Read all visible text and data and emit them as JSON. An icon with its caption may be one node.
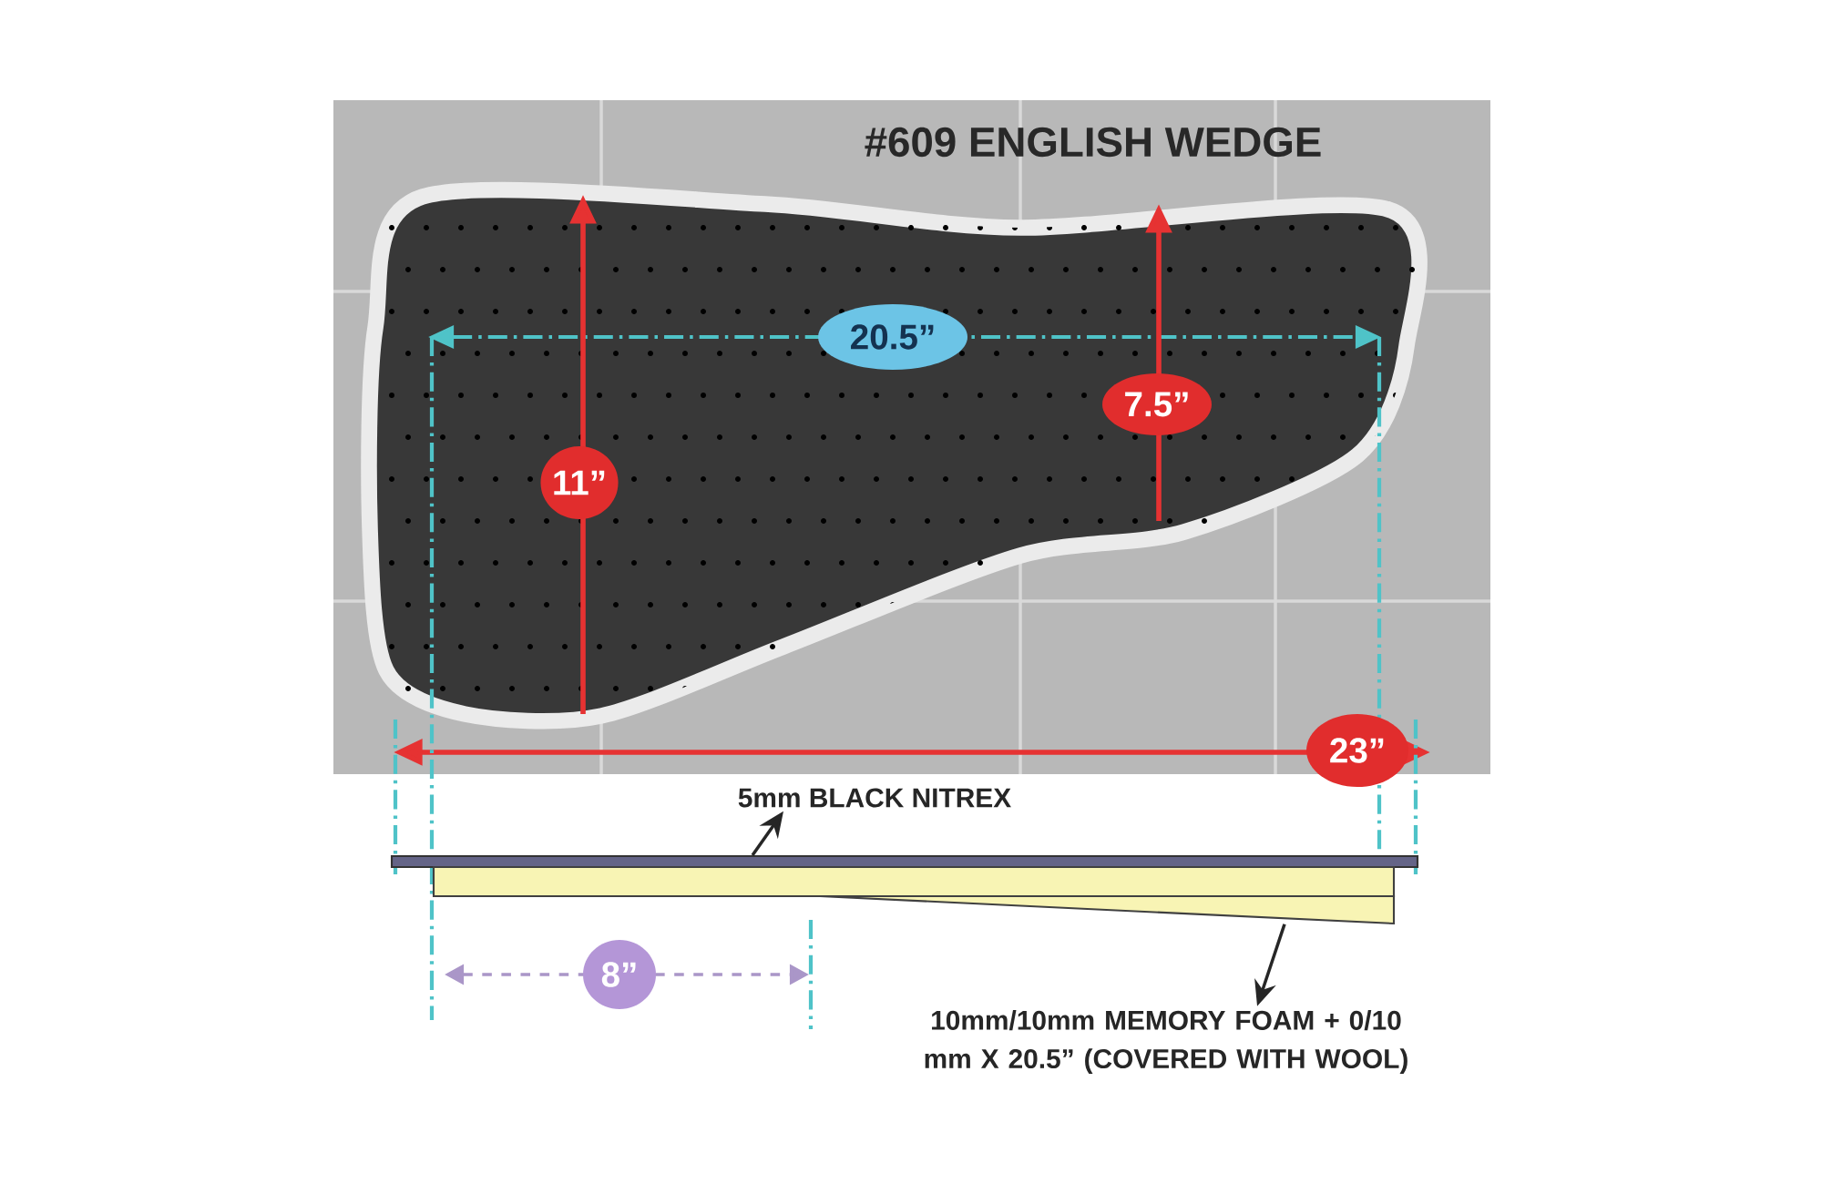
{
  "diagram": {
    "title": "#609  ENGLISH WEDGE",
    "nodes": [
      {
        "text": [
          "20.5”"
        ]
      },
      {
        "text": [
          "7.5”"
        ]
      },
      {
        "text": [
          "11”"
        ]
      },
      {
        "text": [
          "23”"
        ]
      },
      {
        "text": [
          "5mm BLACK NITREX"
        ]
      },
      {
        "text": [],
        "shape": "bar"
      },
      {
        "text": [],
        "shape": "bar"
      },
      {
        "text": [
          "8”"
        ]
      },
      {
        "text": [
          "10mm/10mm MEMORY FOAM + 0/10 mm X 20.5” (COVERED WITH WOOL)"
        ]
      }
    ],
    "edges": [
      {
        "from": 5,
        "to": 4,
        "arrow": "to"
      },
      {
        "from": 6,
        "to": 8,
        "arrow": "to"
      }
    ]
  }
}
